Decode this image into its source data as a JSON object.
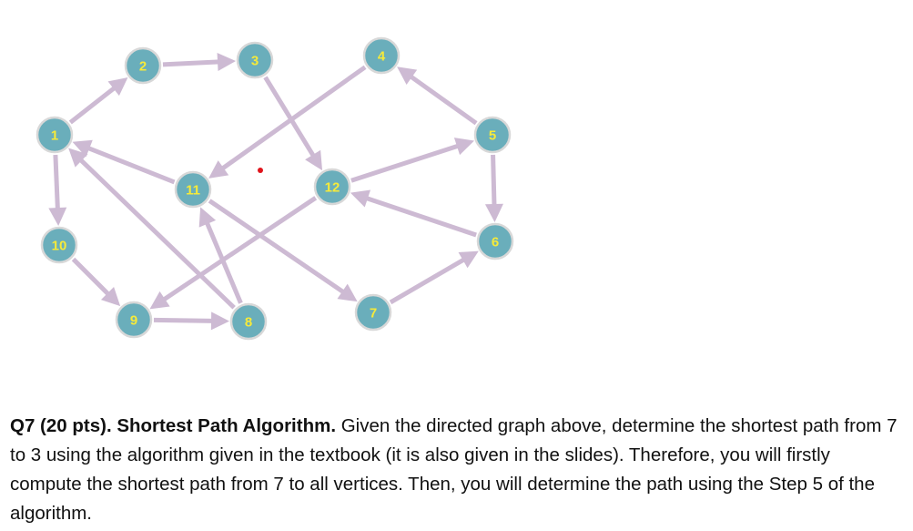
{
  "graph": {
    "nodes": [
      {
        "id": "1"
      },
      {
        "id": "2"
      },
      {
        "id": "3"
      },
      {
        "id": "4"
      },
      {
        "id": "5"
      },
      {
        "id": "6"
      },
      {
        "id": "7"
      },
      {
        "id": "8"
      },
      {
        "id": "9"
      },
      {
        "id": "10"
      },
      {
        "id": "11"
      },
      {
        "id": "12"
      }
    ],
    "edges": [
      {
        "from": "1",
        "to": "2"
      },
      {
        "from": "2",
        "to": "3"
      },
      {
        "from": "3",
        "to": "12"
      },
      {
        "from": "4",
        "to": "11"
      },
      {
        "from": "5",
        "to": "4"
      },
      {
        "from": "5",
        "to": "6"
      },
      {
        "from": "1",
        "to": "10"
      },
      {
        "from": "11",
        "to": "1"
      },
      {
        "from": "12",
        "to": "5"
      },
      {
        "from": "6",
        "to": "12"
      },
      {
        "from": "12",
        "to": "9"
      },
      {
        "from": "11",
        "to": "7"
      },
      {
        "from": "7",
        "to": "6"
      },
      {
        "from": "10",
        "to": "9"
      },
      {
        "from": "9",
        "to": "8"
      },
      {
        "from": "8",
        "to": "11"
      },
      {
        "from": "8",
        "to": "1"
      }
    ],
    "colors": {
      "node": "#6aaebb",
      "label": "#f6ea3a",
      "edge": "#cdbad3",
      "marker": "#e0141c"
    }
  },
  "question": {
    "heading": "Q7 (20 pts). Shortest Path Algorithm.",
    "body": " Given the directed graph above, determine the shortest path from 7 to 3 using the algorithm given in the textbook (it is also given in the slides). Therefore, you will firstly compute the shortest path from 7 to all vertices. Then, you will determine the path using the Step 5 of the algorithm."
  }
}
